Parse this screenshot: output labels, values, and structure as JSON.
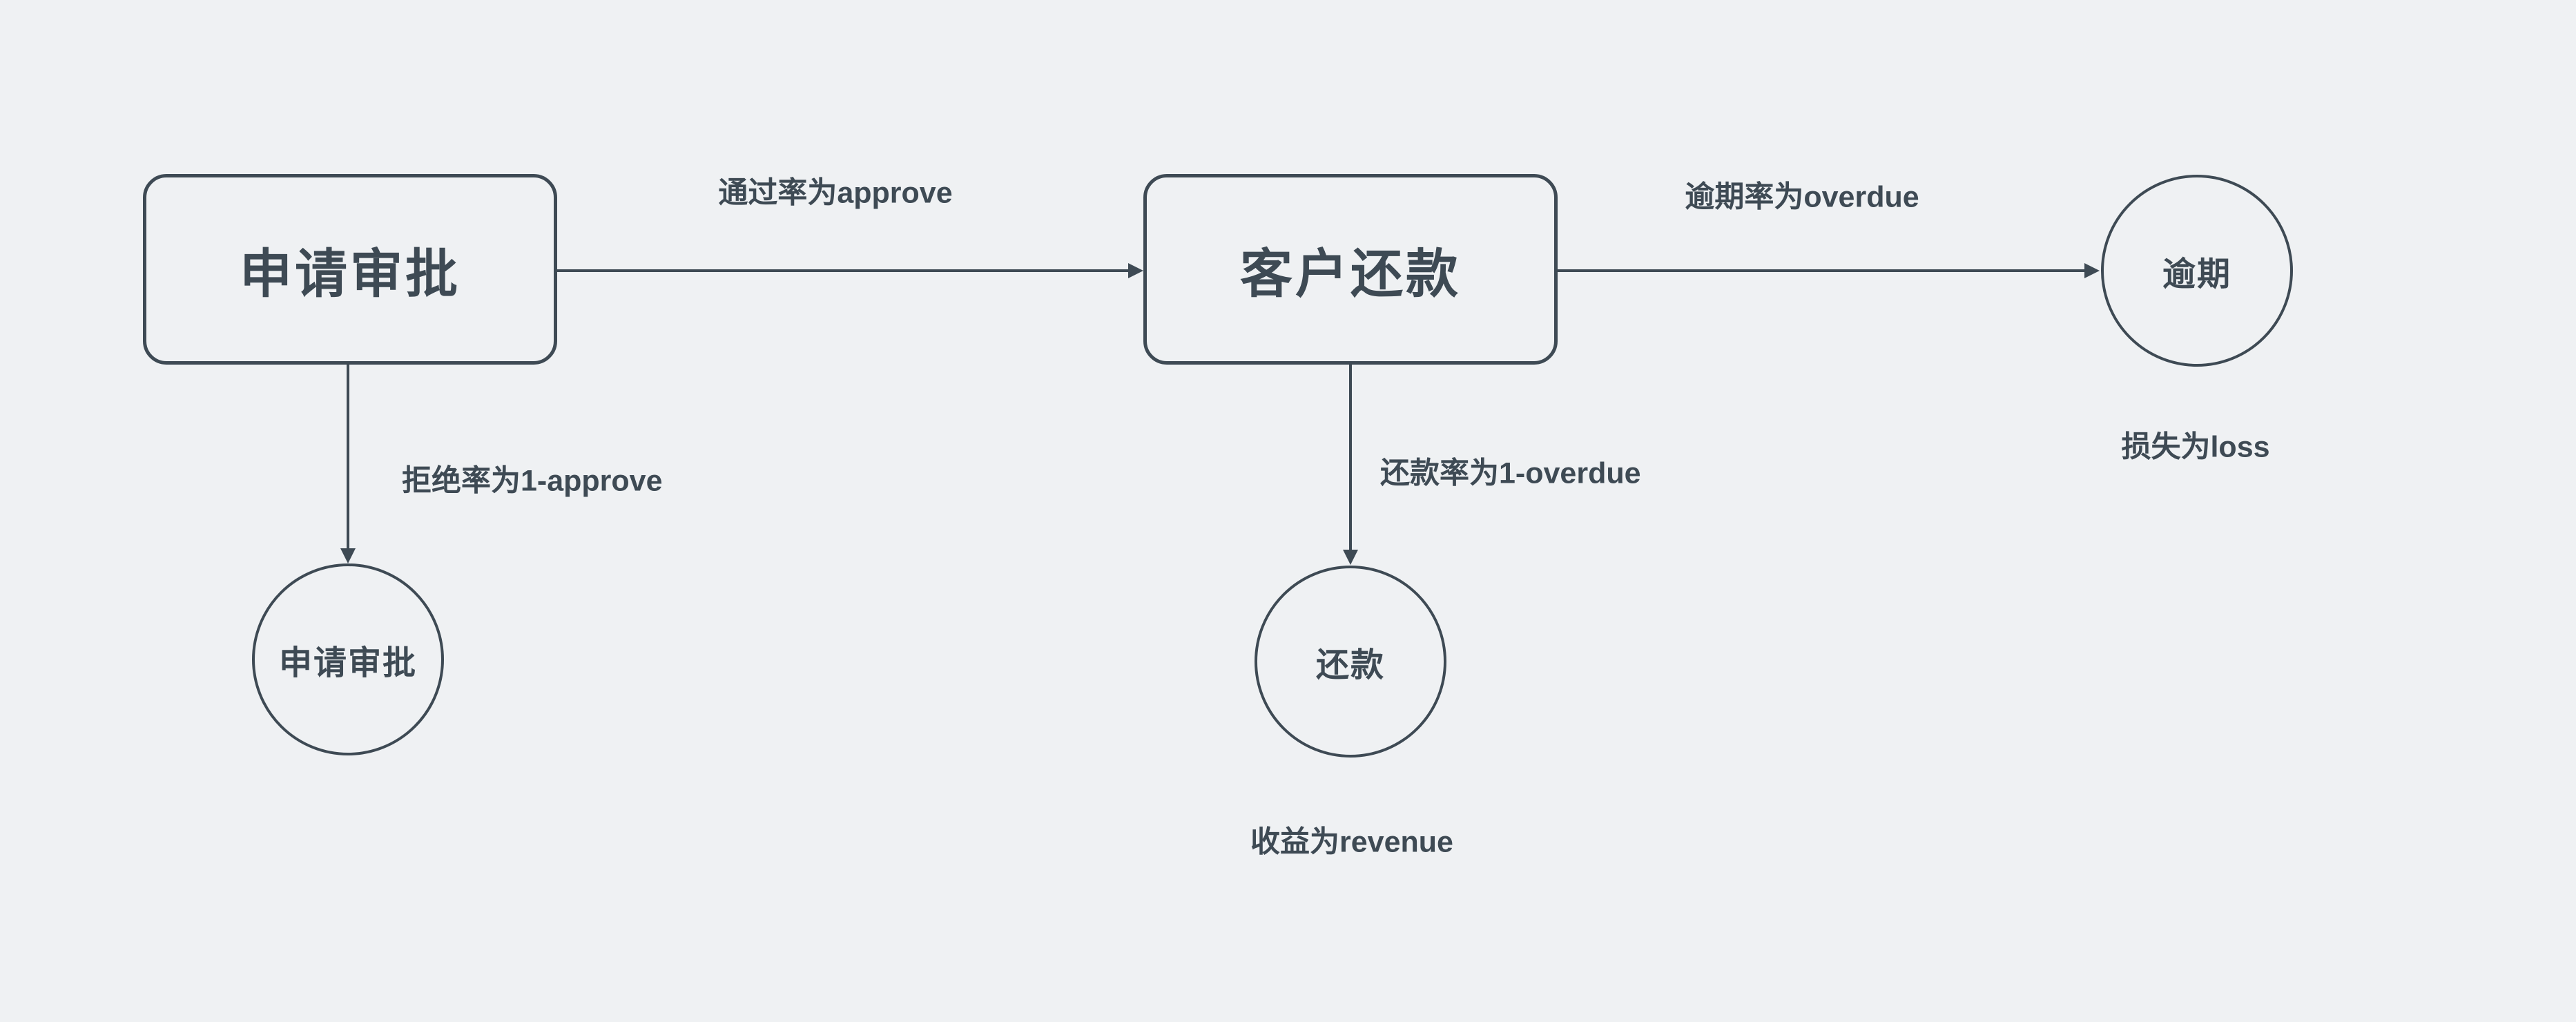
{
  "canvas": {
    "background_color": "#eff1f3",
    "stroke_color": "#3e4a54",
    "text_color": "#3e4a54"
  },
  "nodes": {
    "application_approval_box": {
      "label": "申请审批",
      "shape": "rounded-rectangle"
    },
    "customer_repayment_box": {
      "label": "客户还款",
      "shape": "rounded-rectangle"
    },
    "application_approval_circle": {
      "label": "申请审批",
      "shape": "circle"
    },
    "repayment_circle": {
      "label": "还款",
      "shape": "circle"
    },
    "overdue_circle": {
      "label": "逾期",
      "shape": "circle"
    }
  },
  "edge_labels": {
    "approve": "通过率为approve",
    "overdue": "逾期率为overdue",
    "reject": "拒绝率为1-approve",
    "repay": "还款率为1-overdue"
  },
  "annotations": {
    "loss": "损失为loss",
    "revenue": "收益为revenue"
  }
}
